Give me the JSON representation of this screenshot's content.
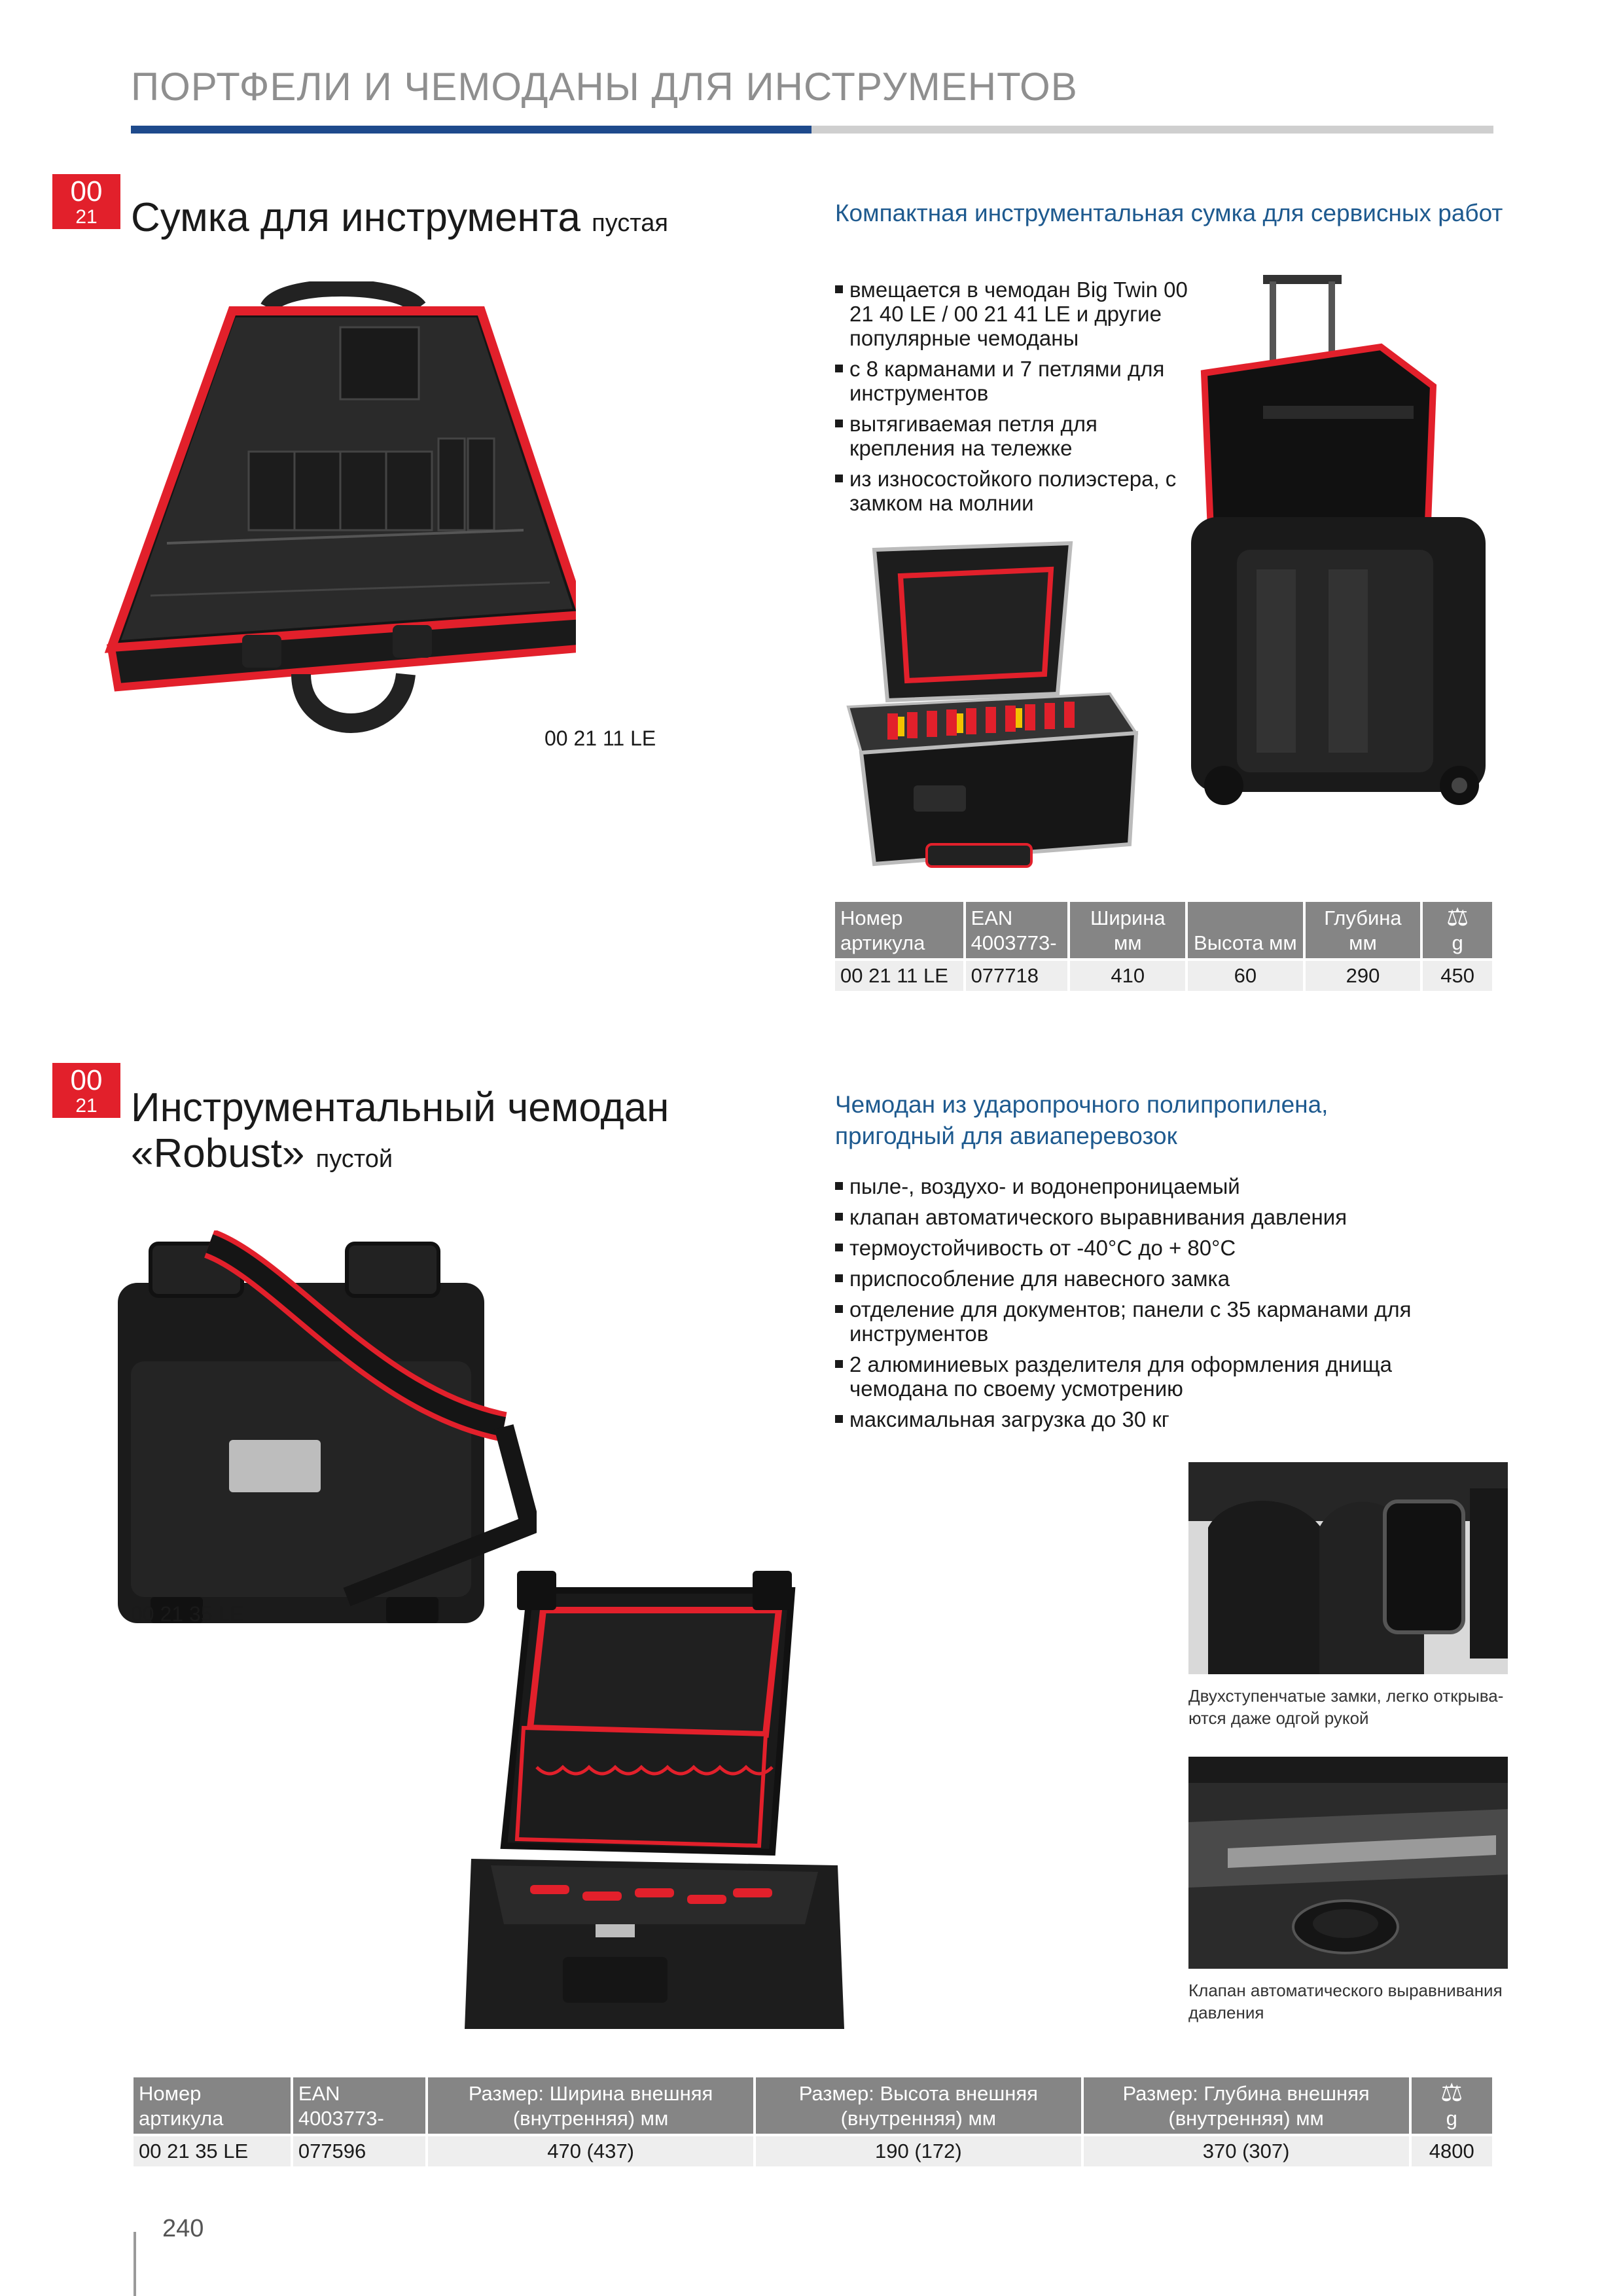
{
  "header": {
    "title": "ПОРТФЕЛИ И ЧЕМОДАНЫ ДЛЯ ИНСТРУМЕНТОВ"
  },
  "colors": {
    "accent_red": "#e2202b",
    "rule_blue": "#1e4a8c",
    "subtitle_blue": "#1e5a8f",
    "table_header": "#858585"
  },
  "product1": {
    "badge_top": "00",
    "badge_bottom": "21",
    "title": "Сумка для инструмента",
    "title_suffix": "пустая",
    "subtitle": "Компактная инструментальная сумка для сервисных работ",
    "features": [
      "вмещается в чемодан Big Twin 00 21 40 LE / 00 21 41 LE и другие популярные чемоданы",
      "с 8 карманами и 7 петлями для инструментов",
      "вытягиваемая петля для крепления на тележке",
      "из износостойкого полиэстера, с замком на молнии"
    ],
    "image_label": "00 21 11 LE",
    "table": {
      "headers": [
        "Номер артикула",
        "EAN 4003773-",
        "Ширина мм",
        "Высота мм",
        "Глубина мм",
        "g"
      ],
      "row": [
        "00 21 11 LE",
        "077718",
        "410",
        "60",
        "290",
        "450"
      ]
    }
  },
  "product2": {
    "badge_top": "00",
    "badge_bottom": "21",
    "title_line1": "Инструментальный чемодан",
    "title_line2": "«Robust»",
    "title_suffix": "пустой",
    "subtitle_line1": "Чемодан из ударопрочного полипропилена,",
    "subtitle_line2": "пригодный для авиаперевозок",
    "features": [
      "пыле-, воздухо- и водонепроницаемый",
      "клапан автоматического выравнивания давления",
      "термоустойчивость от -40°C до + 80°C",
      "приспособление для навесного замка",
      "отделение для документов; панели с 35 карманами для инструментов",
      "2 алюминиевых разделителя для оформления днища чемодана по своему усмотрению",
      "максимальная загрузка до 30 кг"
    ],
    "image_label": "00 21 35 LE",
    "caption1": "Двухступенчатые замки, легко открыва-ются даже одгой рукой",
    "caption2": "Клапан автоматического выравнивания давления",
    "table": {
      "h_article": "Номер артикула",
      "h_ean": "EAN 4003773-",
      "h_width": "Размер: Ширина внешняя (внутренняя) мм",
      "h_height": "Размер: Высота внешняя (внутренняя) мм",
      "h_depth": "Размер: Глубина внешняя (внутренняя) мм",
      "h_weight": "g",
      "row": [
        "00 21 35 LE",
        "077596",
        "470 (437)",
        "190 (172)",
        "370 (307)",
        "4800"
      ]
    }
  },
  "footer": {
    "page_number": "240"
  }
}
